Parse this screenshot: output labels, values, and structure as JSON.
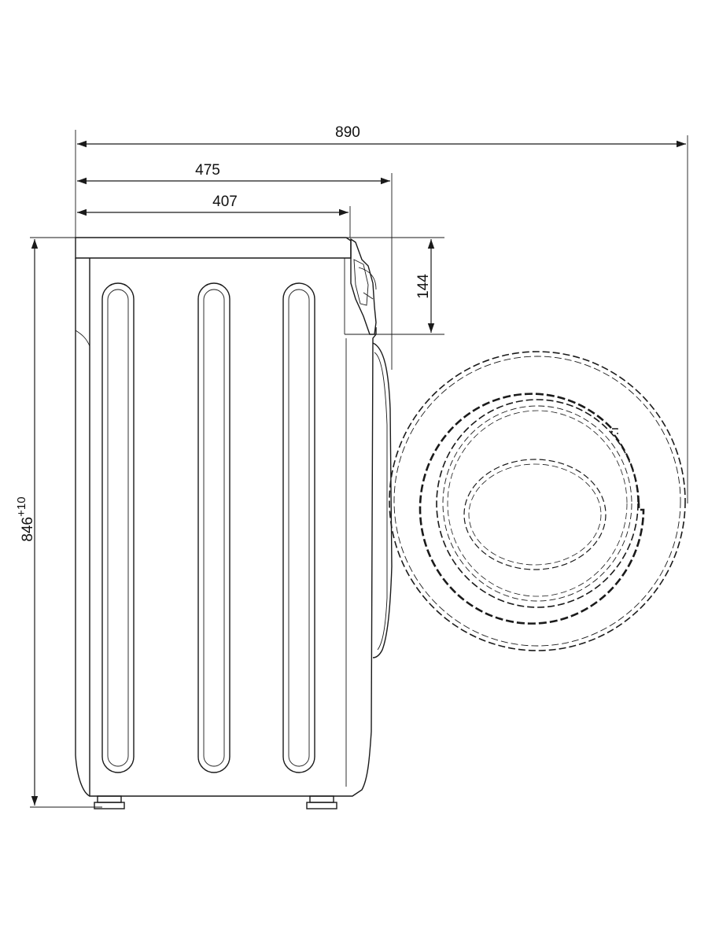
{
  "dimensions": {
    "total_depth": "890",
    "depth_with_door": "475",
    "body_depth": "407",
    "control_panel_height": "144",
    "height": "846",
    "height_tolerance": "+10"
  },
  "colors": {
    "line": "#1a1a1a",
    "background": "#ffffff"
  }
}
